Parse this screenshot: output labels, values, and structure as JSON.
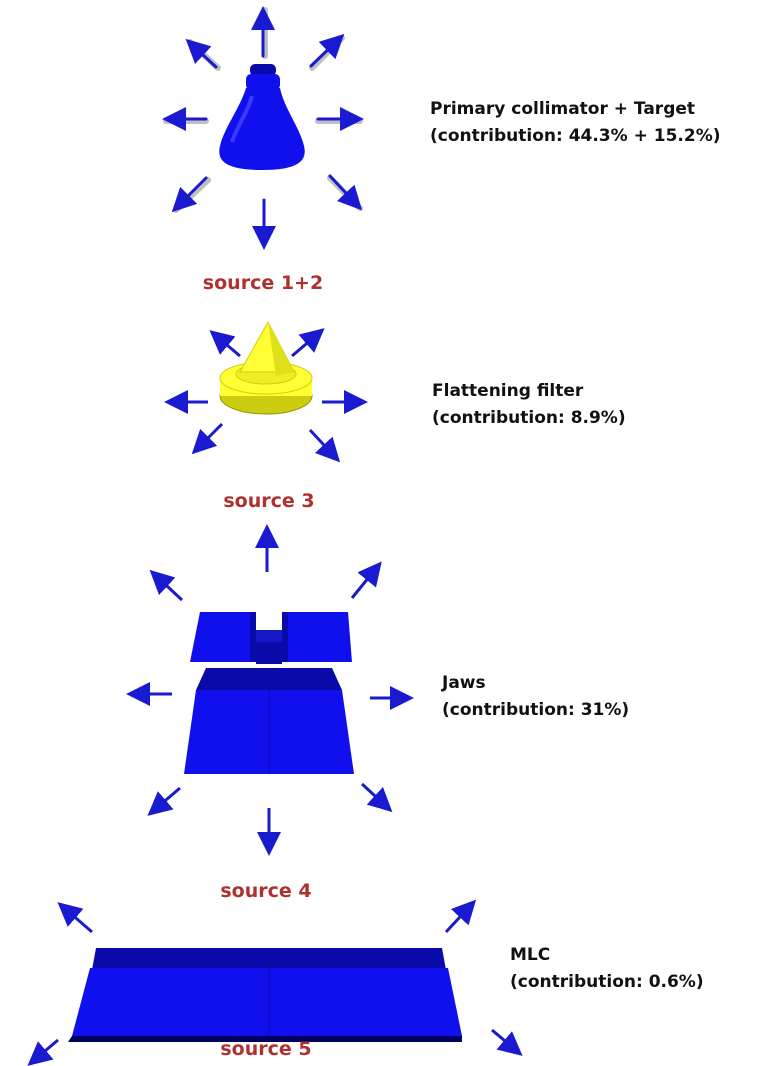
{
  "colors": {
    "blue": "#1010ee",
    "blue_dark": "#0a0aa8",
    "blue_light": "#3a3aff",
    "yellow": "#ffff33",
    "yellow_dark": "#cccc10",
    "source_label": "#b03030",
    "arrow": "#1a1ad0",
    "arrow_shadow": "#c0c0c0"
  },
  "sources": [
    {
      "id": "source-1-2",
      "source_label": "source 1+2",
      "name": "Primary collimator + Target",
      "contribution": "(contribution: 44.3% + 15.2%)",
      "shape": "bulb",
      "color": "blue"
    },
    {
      "id": "source-3",
      "source_label": "source 3",
      "name": "Flattening filter",
      "contribution": "(contribution: 8.9%)",
      "shape": "cone",
      "color": "yellow"
    },
    {
      "id": "source-4",
      "source_label": "source 4",
      "name": "Jaws",
      "contribution": "(contribution: 31%)",
      "shape": "jaws-block",
      "color": "blue"
    },
    {
      "id": "source-5",
      "source_label": "source 5",
      "name": "MLC",
      "contribution": "(contribution: 0.6%)",
      "shape": "flat-slab",
      "color": "blue"
    }
  ]
}
